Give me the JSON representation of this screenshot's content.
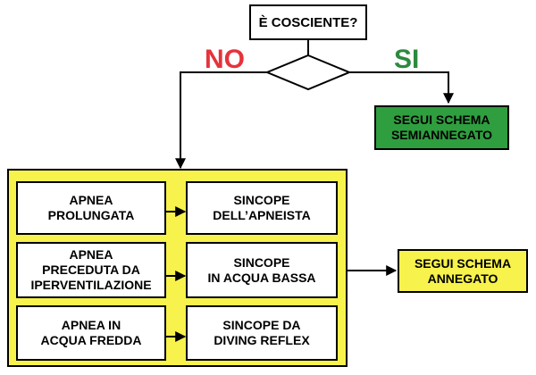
{
  "question": "È COSCIENTE?",
  "branch_no": "NO",
  "branch_yes": "SI",
  "result_yes": "SEGUI SCHEMA\nSEMIANNEGATO",
  "result_final": "SEGUI SCHEMA\nANNEGATO",
  "rows": [
    {
      "cause": "APNEA\nPROLUNGATA",
      "effect": "SINCOPE\nDELL’APNEISTA"
    },
    {
      "cause": "APNEA\nPRECEDUTA DA\nIPERVENTILAZIONE",
      "effect": "SINCOPE\nIN ACQUA BASSA"
    },
    {
      "cause": "APNEA IN\nACQUA FREDDA",
      "effect": "SINCOPE DA\nDIVING REFLEX"
    }
  ],
  "colors": {
    "panel": "#f7f24c",
    "green_box": "#2f9e3f",
    "yellow_box": "#f7f24c",
    "no_label": "#e5333b",
    "yes_label": "#2b8a3e"
  }
}
